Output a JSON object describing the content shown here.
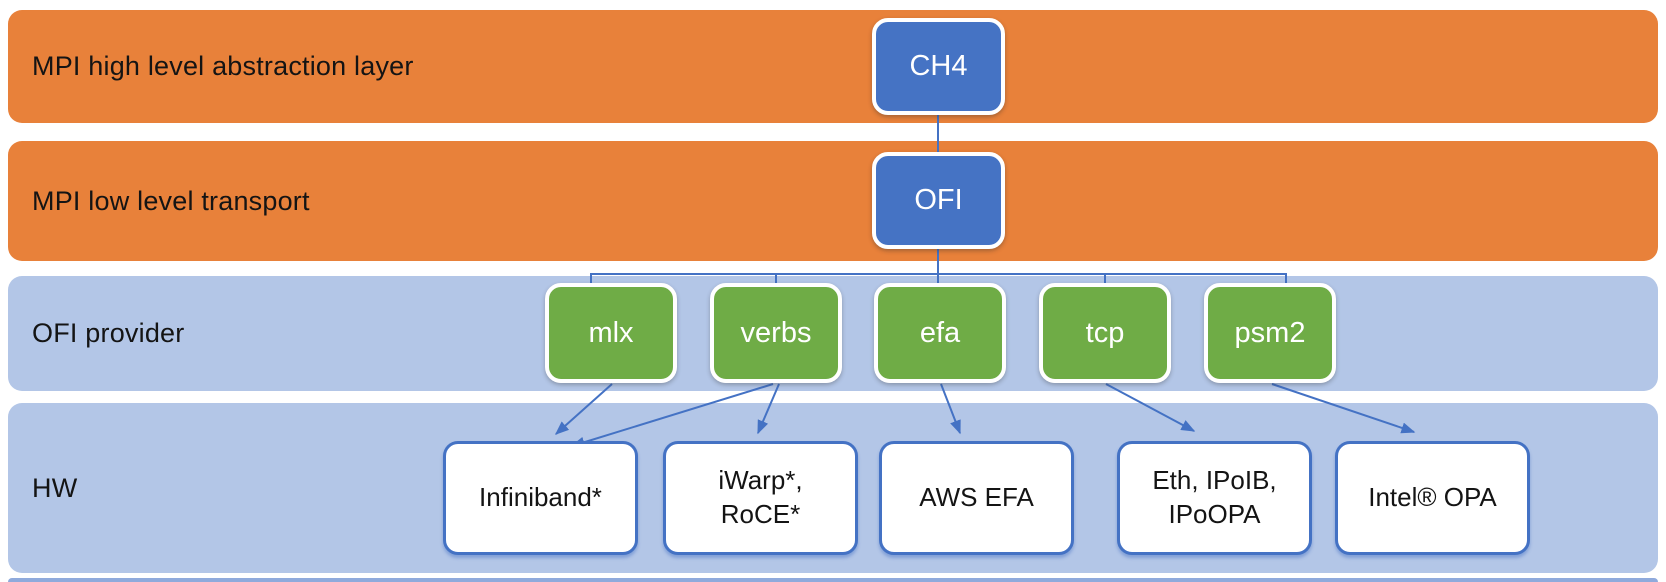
{
  "colors": {
    "orange": "#E8813A",
    "band-blue": "#B3C6E7",
    "green": "#6FAC46",
    "blue": "#4573C4",
    "connector": "#4472C4",
    "text-dark": "#141414",
    "sliver": "#8FAADC"
  },
  "layers": [
    {
      "label": "MPI high level abstraction layer",
      "nodes": [
        {
          "label": "CH4"
        }
      ]
    },
    {
      "label": "MPI low level transport",
      "nodes": [
        {
          "label": "OFI"
        }
      ]
    },
    {
      "label": "OFI provider",
      "nodes": [
        {
          "label": "mlx"
        },
        {
          "label": "verbs"
        },
        {
          "label": "efa"
        },
        {
          "label": "tcp"
        },
        {
          "label": "psm2"
        }
      ]
    },
    {
      "label": "HW",
      "nodes": [
        {
          "label": "Infiniband*"
        },
        {
          "label": "iWarp*,\nRoCE*"
        },
        {
          "label": "AWS EFA"
        },
        {
          "label": "Eth, IPoIB,\nIPoOPA"
        },
        {
          "label": "Intel® OPA"
        }
      ]
    }
  ],
  "edges": [
    {
      "from": "CH4",
      "to": "OFI"
    },
    {
      "from": "OFI",
      "to": "mlx"
    },
    {
      "from": "OFI",
      "to": "verbs"
    },
    {
      "from": "OFI",
      "to": "efa"
    },
    {
      "from": "OFI",
      "to": "tcp"
    },
    {
      "from": "OFI",
      "to": "psm2"
    },
    {
      "from": "mlx",
      "to": "Infiniband*"
    },
    {
      "from": "verbs",
      "to": "Infiniband*"
    },
    {
      "from": "verbs",
      "to": "iWarp*, RoCE*"
    },
    {
      "from": "efa",
      "to": "AWS EFA"
    },
    {
      "from": "tcp",
      "to": "Eth, IPoIB, IPoOPA"
    },
    {
      "from": "psm2",
      "to": "Intel® OPA"
    }
  ]
}
